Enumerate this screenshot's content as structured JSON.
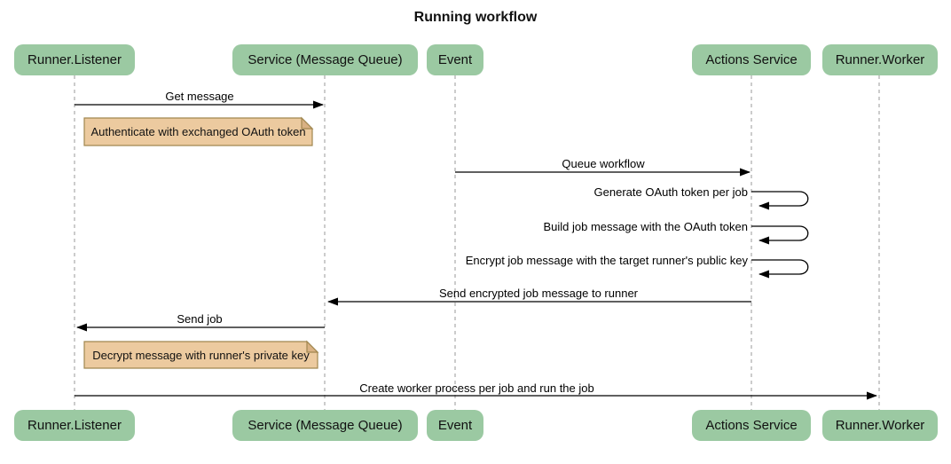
{
  "title": "Running workflow",
  "diagram_type": "sequence",
  "participants": [
    {
      "name": "Runner.Listener"
    },
    {
      "name": "Service (Message Queue)"
    },
    {
      "name": "Event"
    },
    {
      "name": "Actions Service"
    },
    {
      "name": "Runner.Worker"
    }
  ],
  "messages": [
    {
      "from": "Runner.Listener",
      "to": "Service (Message Queue)",
      "type": "arrow",
      "label": "Get message"
    },
    {
      "from": "Event",
      "to": "Actions Service",
      "type": "arrow",
      "label": "Queue workflow"
    },
    {
      "from": "Actions Service",
      "to": "Actions Service",
      "type": "self",
      "label": "Generate OAuth token per job"
    },
    {
      "from": "Actions Service",
      "to": "Actions Service",
      "type": "self",
      "label": "Build job message with the OAuth token"
    },
    {
      "from": "Actions Service",
      "to": "Actions Service",
      "type": "self",
      "label": "Encrypt job message with the target runner's public key"
    },
    {
      "from": "Actions Service",
      "to": "Service (Message Queue)",
      "type": "arrow",
      "label": "Send encrypted job message to runner"
    },
    {
      "from": "Service (Message Queue)",
      "to": "Runner.Listener",
      "type": "arrow",
      "label": "Send job"
    },
    {
      "from": "Runner.Listener",
      "to": "Runner.Worker",
      "type": "arrow",
      "label": "Create worker process per job and run the job"
    }
  ],
  "notes": [
    {
      "over": "Runner.Listener",
      "text": "Authenticate with exchanged OAuth token"
    },
    {
      "over": "Runner.Listener",
      "text": "Decrypt message with runner's private key"
    }
  ],
  "colors": {
    "participant_fill": "#9bc9a2",
    "note_fill": "#ecca9f",
    "note_border": "#a1874f",
    "note_fold": "#d9b183",
    "lifeline": "#999999",
    "arrow": "#000000",
    "text": "#000000",
    "background": "#ffffff"
  }
}
